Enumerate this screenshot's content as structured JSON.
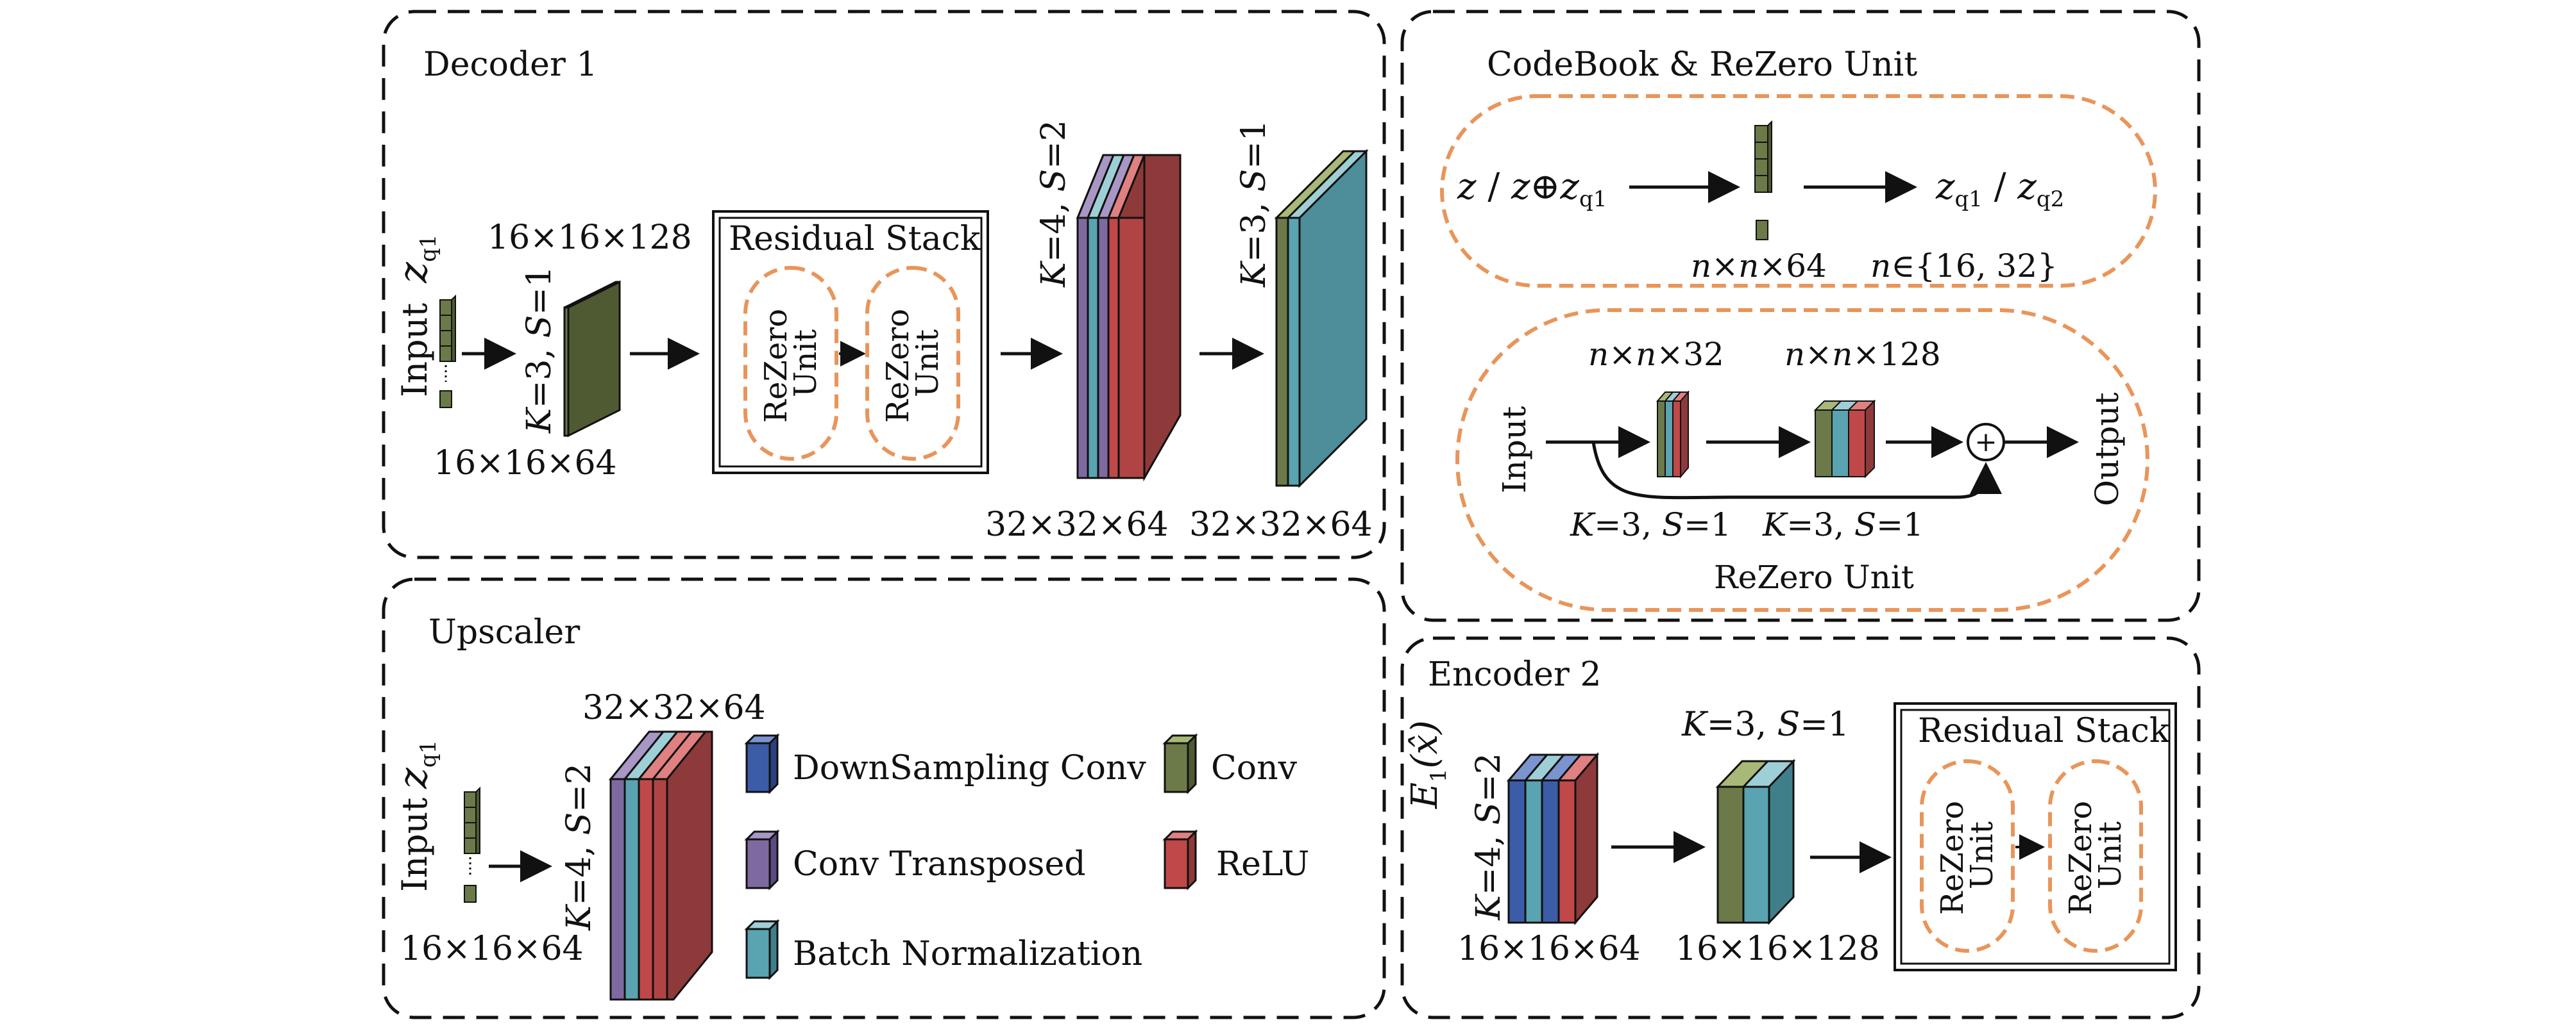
{
  "panels": {
    "decoder1": {
      "title": "Decoder 1",
      "input_label": "Input",
      "input_var": "z",
      "input_sub": "q1",
      "dim_top": "16×16×128",
      "dim_bottom": "16×16×64",
      "conv1_k": "K",
      "conv1_k_val": "=3, ",
      "conv1_s": "S",
      "conv1_s_val": "=1",
      "residual_title": "Residual Stack",
      "unit_line1": "ReZero",
      "unit_line2": "Unit",
      "up_k": "K",
      "up_k_val": "=4, ",
      "up_s": "S",
      "up_s_val": "=2",
      "up_dim": "32×32×64",
      "final_k": "K",
      "final_k_val": "=3, ",
      "final_s": "S",
      "final_s_val": "=1",
      "final_dim": "32×32×64"
    },
    "codebook": {
      "title": "CodeBook & ReZero Unit",
      "in_expr_z1": "z",
      "in_expr_slash": " / ",
      "in_expr_z2": "z",
      "in_expr_oplus": "⊕",
      "in_expr_z3": "z",
      "in_expr_sub": "q1",
      "out_z1": "z",
      "out_sub1": "q1",
      "out_slash": " / ",
      "out_z2": "z",
      "out_sub2": "q2",
      "dim_n": "n",
      "dim_rest": "×",
      "dim_n2": "n",
      "dim_64": "×64",
      "set_n": "n",
      "set_rest": "∈{16, 32}",
      "rz_input": "Input",
      "rz_output": "Output",
      "rz_dim1_n": "n",
      "rz_dim1_x": "×",
      "rz_dim1_n2": "n",
      "rz_dim1_rest": "×32",
      "rz_dim2_n": "n",
      "rz_dim2_x": "×",
      "rz_dim2_n2": "n",
      "rz_dim2_rest": "×128",
      "rz_k1": "K",
      "rz_k1_val": "=3, ",
      "rz_s1": "S",
      "rz_s1_val": "=1",
      "rz_k2": "K",
      "rz_k2_val": "=3, ",
      "rz_s2": "S",
      "rz_s2_val": "=1",
      "rz_title": "ReZero Unit",
      "plus": "+"
    },
    "upscaler": {
      "title": "Upscaler",
      "input_label": "Input",
      "input_var": "z",
      "input_sub": "q1",
      "dim_bottom": "16×16×64",
      "dim_top": "32×32×64",
      "k": "K",
      "k_val": "=4, ",
      "s": "S",
      "s_val": "=2"
    },
    "legend": {
      "items": [
        {
          "label": "DownSampling Conv",
          "color": "#3c5ca8"
        },
        {
          "label": "Conv Transposed",
          "color": "#7e6aa0"
        },
        {
          "label": "Batch Normalization",
          "color": "#5aa3b0"
        },
        {
          "label": "Conv",
          "color": "#6b7a48"
        },
        {
          "label": "ReLU",
          "color": "#c04848"
        }
      ]
    },
    "encoder2": {
      "title": "Encoder 2",
      "input_e": "E",
      "input_sub": "1",
      "input_x": "(x̂)",
      "k1": "K",
      "k1_val": "=4, ",
      "s1": "S",
      "s1_val": "=2",
      "dim1": "16×16×64",
      "k2": "K",
      "k2_val": "=3, ",
      "s2": "S",
      "s2_val": "=1",
      "dim2": "16×16×128",
      "residual_title": "Residual Stack",
      "unit_line1": "ReZero",
      "unit_line2": "Unit"
    }
  },
  "colors": {
    "conv": "#6b7a48",
    "relu": "#c04848",
    "batchnorm": "#5aa3b0",
    "convtrans": "#7e6aa0",
    "downsample": "#3c5ca8",
    "orange": "#e8955a"
  }
}
